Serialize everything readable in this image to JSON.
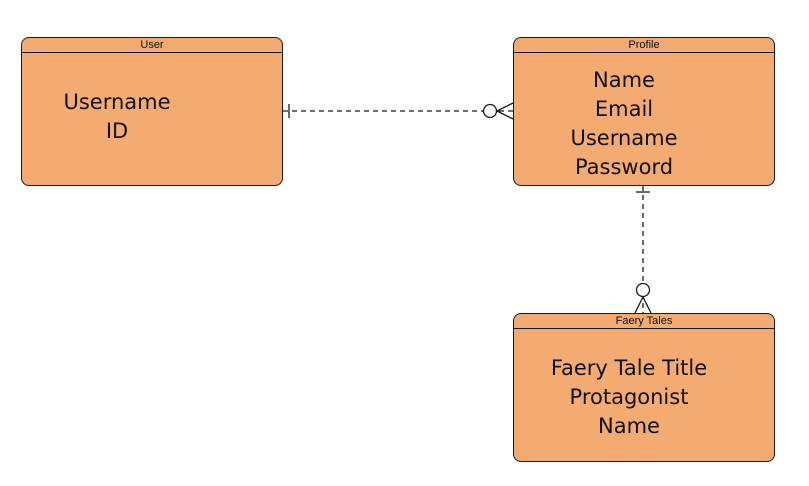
{
  "entities": {
    "user": {
      "title": "User",
      "attributes": [
        "Username",
        "ID"
      ]
    },
    "profile": {
      "title": "Profile",
      "attributes": [
        "Name",
        "Email",
        "Username",
        "Password"
      ]
    },
    "faery_tales": {
      "title": "Faery Tales",
      "attributes": [
        "Faery Tale Title",
        "Protagonist",
        "Name"
      ]
    }
  },
  "relationships": [
    {
      "from": "User",
      "to": "Profile",
      "from_cardinality": "one",
      "to_cardinality": "zero-or-many",
      "style": "dashed"
    },
    {
      "from": "Profile",
      "to": "Faery Tales",
      "from_cardinality": "one",
      "to_cardinality": "zero-or-many",
      "style": "dashed"
    }
  ],
  "colors": {
    "entity_fill": "#f3ab72",
    "stroke": "#1a1a1a",
    "background": "#ffffff"
  }
}
